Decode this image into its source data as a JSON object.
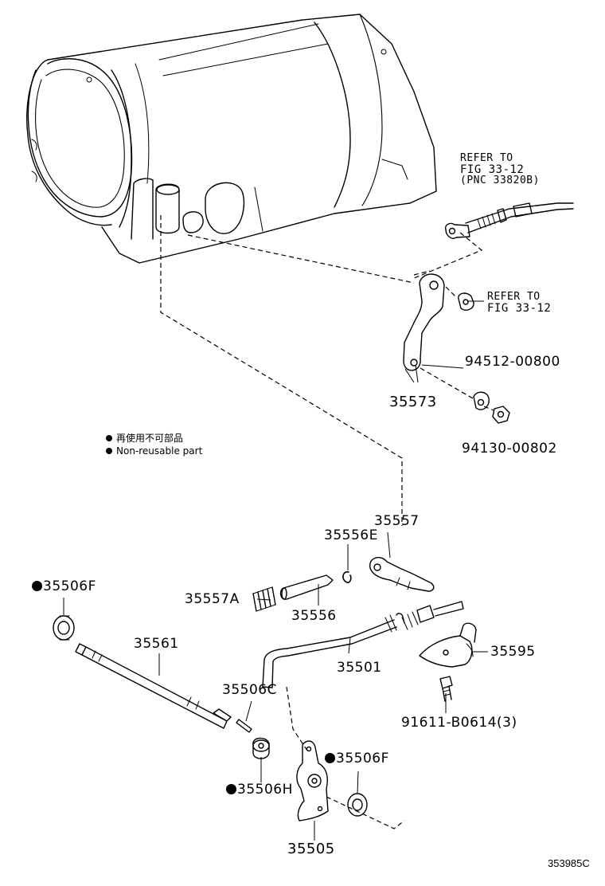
{
  "legend": {
    "line_jp": "再使用不可部品",
    "line_en": "Non-reusable part"
  },
  "notes": {
    "cable_ref": [
      "REFER TO",
      "FIG 33-12",
      "(PNC 33820B)"
    ],
    "bracket_ref": [
      "REFER TO",
      "FIG 33-12"
    ]
  },
  "parts": {
    "p94512": "94512-00800",
    "p35573": "35573",
    "p94130": "94130-00802",
    "p35557": "35557",
    "p35556E": "35556E",
    "p35506F_top": "35506F",
    "p35557A": "35557A",
    "p35556": "35556",
    "p35561": "35561",
    "p35501": "35501",
    "p35595": "35595",
    "p35506C": "35506C",
    "p91611": "91611-B0614(3)",
    "p35506F_bottom": "35506F",
    "p35506H": "35506H",
    "p35505": "35505"
  },
  "non_reusable_parts": [
    "35506F",
    "35506H"
  ],
  "figure_code": "353985C"
}
